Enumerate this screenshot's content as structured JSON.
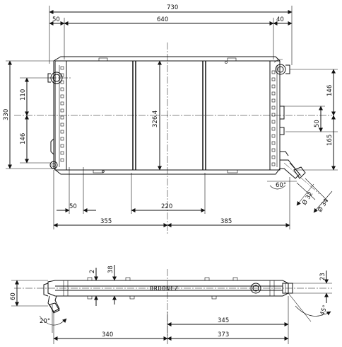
{
  "front_view": {
    "dims_top": {
      "overall": "730",
      "left_tank": "50",
      "core": "640",
      "right_tank": "40"
    },
    "dims_left": {
      "total_height": "330",
      "upper_hole": "110",
      "lower_hole": "146"
    },
    "dims_center": {
      "core_height": "326,4"
    },
    "dims_right": {
      "upper": "146",
      "middle": "50",
      "lower": "165"
    },
    "dims_bottom": {
      "left_mount": "50",
      "center_mount": "220",
      "left_span": "355",
      "right_span": "385"
    },
    "pipe": {
      "angle": "60°",
      "inner_dia": "Ø 32",
      "outer_dia": "Ø 34"
    }
  },
  "top_view": {
    "brand": "ORDONEZ",
    "dims": {
      "thickness": "60",
      "small": "2",
      "depth": "38",
      "right": "23",
      "angle_left": "20°",
      "angle_right": "45°",
      "span_right": "345",
      "span_left": "340",
      "span_right_total": "373"
    }
  }
}
